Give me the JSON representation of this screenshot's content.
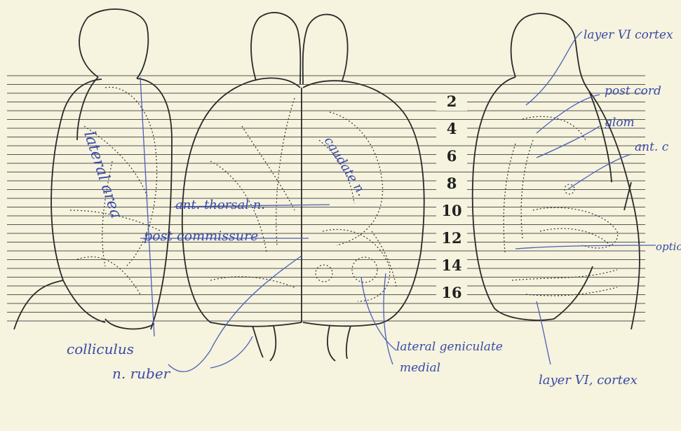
{
  "section_numbers": [
    "2",
    "4",
    "6",
    "8",
    "10",
    "12",
    "14",
    "16"
  ],
  "labels": {
    "lateral_area": "lateral area",
    "colliculus": "colliculus",
    "n_ruber": "n. ruber",
    "ant_thorsal": "ant. thorsal n.",
    "post_commissure": "post commissure",
    "caudate": "caudate n.",
    "lateral_geniculate": "lateral geniculate",
    "medial": "medial",
    "layer_vi_cortex_top": "layer VI cortex",
    "post_cord": "post cord",
    "glom": "glom",
    "ant_c": "ant. c",
    "optic": "optic",
    "layer_vi_cortex_bottom": "layer VI, cortex"
  },
  "colors": {
    "paper": "#f6f3de",
    "ink": "#2a2a2a",
    "pen": "#3a4aa8",
    "ruled": "#444444"
  }
}
